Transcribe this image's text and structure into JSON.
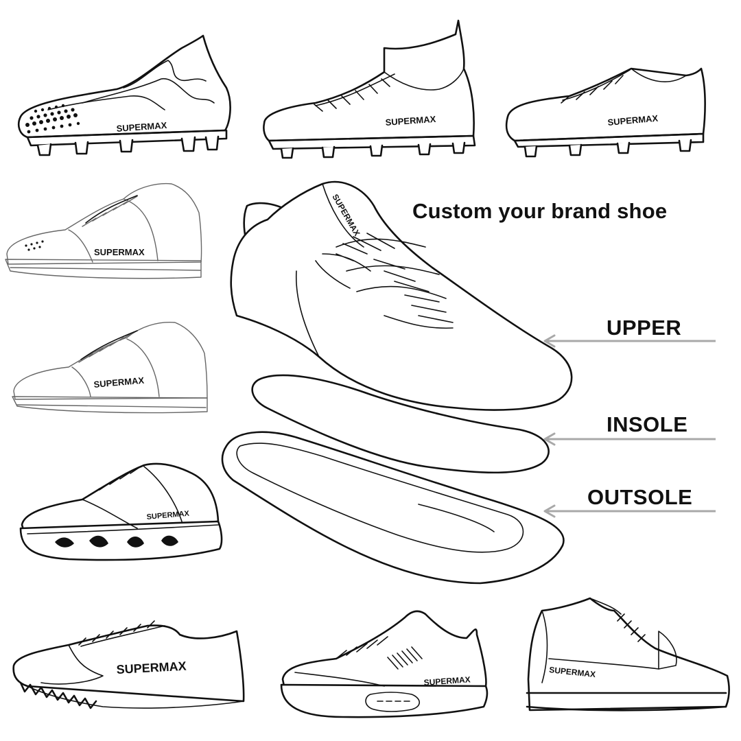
{
  "headline": "Custom your brand shoe",
  "brand_name": "SUPERMAX",
  "parts": {
    "upper": "UPPER",
    "insole": "INSOLE",
    "outsole": "OUTSOLE"
  },
  "icons": [
    "shoe-illustration",
    "arrow-left-icon"
  ],
  "colors": {
    "ink": "#111111",
    "arrow": "#a8a8a8",
    "background": "#ffffff"
  }
}
